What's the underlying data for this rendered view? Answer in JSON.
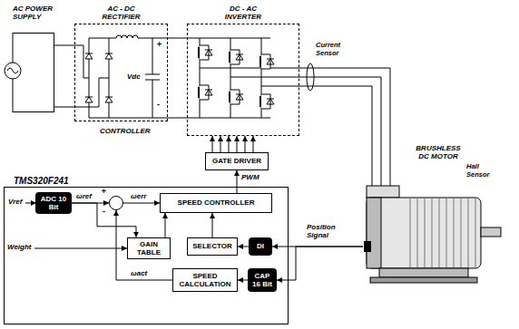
{
  "diagram": {
    "nodes": [
      {
        "text": [
          "AC POWER SUPPLY"
        ]
      },
      {
        "text": [
          "AC - DC RECTIFIER"
        ]
      },
      {
        "text": [
          "DC - AC INVERTER"
        ]
      },
      {
        "text": [
          "GATE DRIVER"
        ]
      },
      {
        "text": [
          "TMS320F241"
        ]
      },
      {
        "text": [
          "ADC 10 Bit"
        ],
        "in": 4
      },
      {
        "text": [
          "+",
          "-"
        ],
        "in": 4
      },
      {
        "text": [
          "SPEED CONTROLLER"
        ],
        "in": 4
      },
      {
        "text": [
          "GAIN TABLE"
        ],
        "in": 4
      },
      {
        "text": [
          "SELECTOR"
        ],
        "in": 4
      },
      {
        "text": [
          "DI"
        ],
        "in": 4
      },
      {
        "text": [
          "SPEED CALCULATION"
        ],
        "in": 4
      },
      {
        "text": [
          "CAP 16 Bit"
        ],
        "in": 4
      },
      {
        "text": [
          "BRUSHLESS DC MOTOR"
        ]
      }
    ],
    "edges": [
      {
        "from": 0,
        "to": 1,
        "arrow": "none"
      },
      {
        "from": 1,
        "to": 2,
        "arrow": "none"
      },
      {
        "from": 2,
        "to": 13,
        "arrow": "none"
      },
      {
        "from": 3,
        "to": 2,
        "arrow": "to"
      },
      {
        "from": 5,
        "to": 6,
        "label": "ωref",
        "arrow": "to"
      },
      {
        "from": 6,
        "to": 7,
        "label": "ωerr",
        "arrow": "to"
      },
      {
        "from": 7,
        "to": 3,
        "label": "PWM",
        "arrow": "to"
      },
      {
        "from": 5,
        "to": 8,
        "arrow": "to"
      },
      {
        "from": 8,
        "to": 7,
        "arrow": "to"
      },
      {
        "from": 10,
        "to": 9,
        "arrow": "to"
      },
      {
        "from": 9,
        "to": 7,
        "arrow": "to"
      },
      {
        "from": 12,
        "to": 11,
        "arrow": "to"
      },
      {
        "from": 11,
        "to": 6,
        "label": "ωact",
        "arrow": "to"
      },
      {
        "from": 13,
        "to": 10,
        "arrow": "to"
      },
      {
        "from": 13,
        "to": 12,
        "arrow": "to"
      }
    ],
    "labels": [
      "Vdc",
      "+",
      "-",
      "Current Sensor",
      "CONTROLLER",
      "Vref",
      "Weight",
      "Position Signal",
      "Hall Sensor"
    ]
  }
}
